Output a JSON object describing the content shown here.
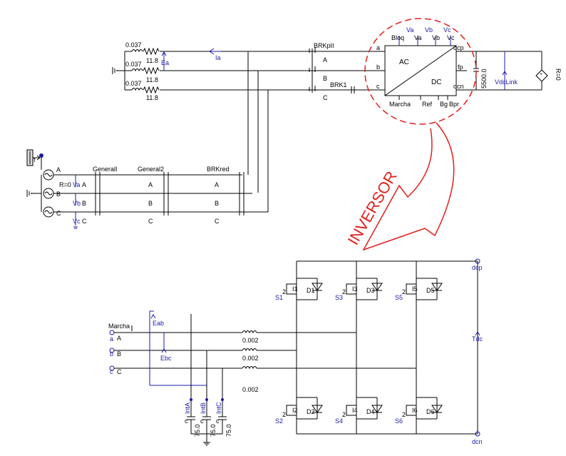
{
  "grid": {
    "resistances": [
      "0.037",
      "0.037",
      "0.037"
    ],
    "reactances": [
      "11.8",
      "11.8",
      "11.8"
    ],
    "ea_label": "Ea",
    "ia_label": "Ia"
  },
  "source": {
    "r_label": "R=0",
    "phases": [
      "A",
      "B",
      "C"
    ],
    "voltages": [
      "Va",
      "Vb",
      "Vc"
    ],
    "t_label": "f"
  },
  "breakers": {
    "general1": "GeneralI",
    "general2": "General2",
    "brkred": "BRKred",
    "brkpll": "BRKpII",
    "brk1": "BRK1",
    "phases": [
      "A",
      "B",
      "C"
    ]
  },
  "converter": {
    "ac": "AC",
    "dc": "DC",
    "left_ports": [
      "a",
      "b",
      "c"
    ],
    "right_ports": [
      "dcp",
      "fp",
      "dcn"
    ],
    "top_ports": [
      "Bloq",
      "Va",
      "Vb",
      "Vc"
    ],
    "top_inputs": [
      "Va",
      "Vb",
      "Vc"
    ],
    "bottom_ports": [
      "Marcha",
      "Ref",
      "Bg",
      "Bpr"
    ],
    "capacitor": "5500.0",
    "dc_link": "VdcLink",
    "r_label": "R=0"
  },
  "annotation": {
    "text": "INVERSOR"
  },
  "inverter": {
    "marcha": "Marcha",
    "inputs": [
      "a",
      "b",
      "c"
    ],
    "phases": [
      "A",
      "B",
      "C"
    ],
    "eab": "Eab",
    "ebc": "Ebc",
    "inductances": [
      "0.002",
      "0.002",
      "0.002"
    ],
    "caps": [
      "75.0",
      "75.0",
      "75.0"
    ],
    "c_letter": "c",
    "currents": [
      "IntA",
      "IntB",
      "IntC"
    ],
    "upper_switches": [
      "I1",
      "I3",
      "I5"
    ],
    "lower_switches": [
      "I2",
      "I4",
      "I6"
    ],
    "upper_diodes": [
      "D1",
      "D3",
      "D5"
    ],
    "lower_diodes": [
      "D2",
      "D4",
      "D6"
    ],
    "upper_gates": [
      "S1",
      "S3",
      "S5"
    ],
    "lower_gates": [
      "S2",
      "S4",
      "S6"
    ],
    "gate_n": "2",
    "dcp": "dcp",
    "dcn": "dcn",
    "tdc": "Tdc"
  }
}
